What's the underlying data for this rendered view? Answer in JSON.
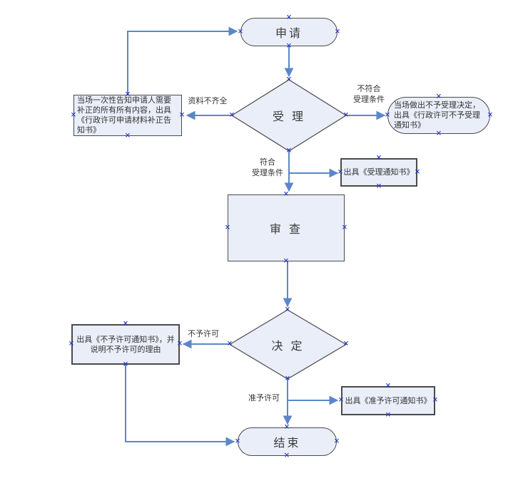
{
  "colors": {
    "background": "#ffffff",
    "node_fill": "#e9eef8",
    "node_border": "#4a4a4a",
    "arrow": "#5b87c8",
    "marker": "#2533cc",
    "text": "#2b2b2b"
  },
  "marker_glyph": "×",
  "nodes": {
    "apply": {
      "label": "申请"
    },
    "accept": {
      "label": "受 理"
    },
    "correction_notice": {
      "text": "当场一次性告知申请人需要补正的所有所有内容，出具《行政许可申请材料补正告知书》"
    },
    "reject_decision": {
      "text": "当场做出不予受理决定，出具《行政许可不予受理通知书》"
    },
    "acceptance_notice": {
      "text": "出具《受理通知书》"
    },
    "review": {
      "label": "审 查"
    },
    "decision": {
      "label": "决 定"
    },
    "denial_notice": {
      "text": "出具《不予许可通知书》，并说明不予许可的理由"
    },
    "approval_notice": {
      "text": "出具《准予许可通知书》"
    },
    "end": {
      "label": "结束"
    }
  },
  "edge_labels": {
    "materials_incomplete": "资料不齐全",
    "conditions_not_met": "不符合\n受理条件",
    "conditions_met": "符合\n受理条件",
    "deny_permit": "不予许可",
    "grant_permit": "准予许可"
  }
}
